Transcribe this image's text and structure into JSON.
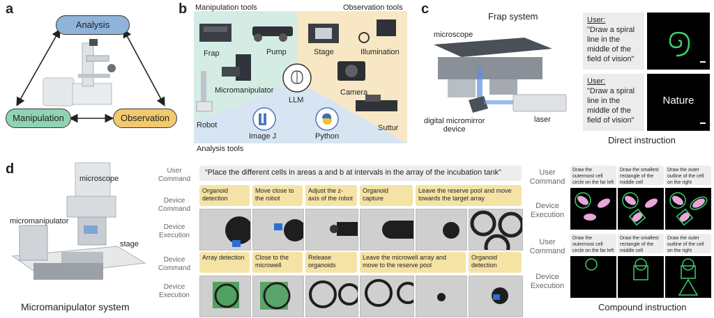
{
  "panel_a": {
    "label": "a",
    "analysis": "Analysis",
    "manipulation": "Manipulation",
    "observation": "Observation",
    "colors": {
      "analysis": "#8fb3d9",
      "manipulation": "#8fd3b4",
      "observation": "#f3c96e"
    }
  },
  "panel_b": {
    "label": "b",
    "manipulation_tools": "Manipulation tools",
    "observation_tools": "Observation tools",
    "analysis_tools": "Analysis tools",
    "frap": "Frap",
    "pump": "Pump",
    "micromanipulator": "Micromanipulator",
    "robot": "Robot",
    "stage": "Stage",
    "illumination": "Illumination",
    "camera": "Camera",
    "suttur": "Suttur",
    "llm": "LLM",
    "imagej": "Image J",
    "python": "Python",
    "colors": {
      "manip": "#d4ece4",
      "obs": "#f7e7c4",
      "analysis": "#d7e5f2"
    }
  },
  "panel_c": {
    "label": "c",
    "title": "Frap system",
    "microscope": "microscope",
    "dmd": "digital micromirror\ndevice",
    "laser": "laser",
    "user_label": "User:",
    "quote": "\"Draw a spiral line in the middle of the field of vision\"",
    "nature": "Nature",
    "caption": "Direct instruction"
  },
  "panel_d": {
    "label": "d",
    "microscope": "microscope",
    "micromanipulator": "micromanipulator",
    "stage": "stage",
    "caption": "Micromanipulator system",
    "row_labels": {
      "user_command": "User\nCommand",
      "device_command": "Device\nCommand",
      "device_execution": "Device\nExecution"
    },
    "user_command": "“Place the different cells in areas a and b at intervals in the array of the incubation tank”",
    "device_commands_1": [
      "Organoid detection",
      "Move close to the robot",
      "Adjust the z-axis of the robot",
      "Organoid capture",
      "Leave the reserve pool and move towards the target array"
    ],
    "device_commands_2": [
      "Array detection",
      "Close to the microwell",
      "Release organoids",
      "Leave the microwell array and move to the reserve pool",
      "Organoid detection"
    ]
  },
  "panel_e": {
    "user_command": "User\nCommand",
    "device_execution": "Device\nExecution",
    "commands": [
      "Draw the outermost cell circle on the far left",
      "Draw the smallest rectangle of the middle cell",
      "Draw the outer outline of the cell on the right"
    ],
    "caption": "Compound instruction"
  }
}
